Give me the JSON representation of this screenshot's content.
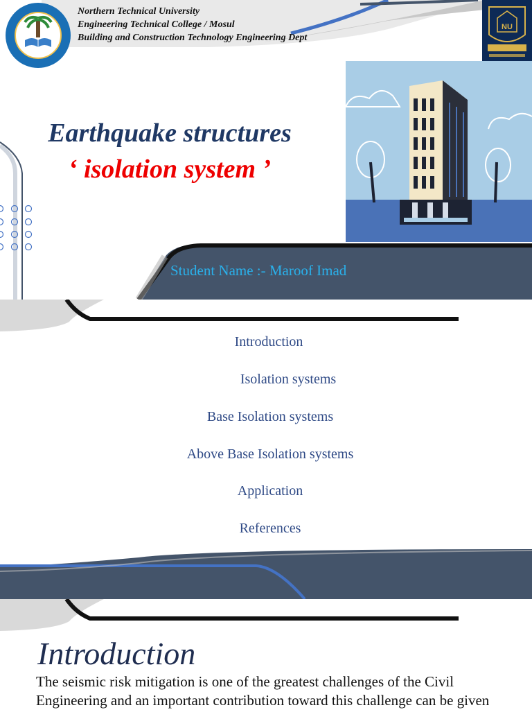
{
  "slide1": {
    "header": {
      "lines": [
        "Northern Technical University",
        "Engineering Technical College / Mosul",
        "Building and Construction Technology Engineering Dept"
      ]
    },
    "title": "Earthquake structures",
    "subtitle": "‘ isolation system ’",
    "student_name": "Student Name :-  Maroof Imad",
    "colors": {
      "title": "#1f3864",
      "subtitle": "#ee0000",
      "student": "#2ab0ea",
      "band": "#44546a",
      "accent": "#4472c4"
    },
    "logos": [
      "college-seal-icon",
      "university-crest-icon"
    ],
    "illustration": "base-isolated-building-icon"
  },
  "slide2": {
    "toc": [
      "Introduction",
      "Isolation systems",
      "Base Isolation systems",
      "Above Base Isolation systems",
      "Application",
      "References"
    ]
  },
  "slide3": {
    "heading": "Introduction",
    "body": "The seismic risk mitigation is one of the greatest challenges of the Civil Engineering and an important contribution toward this challenge can be given"
  }
}
